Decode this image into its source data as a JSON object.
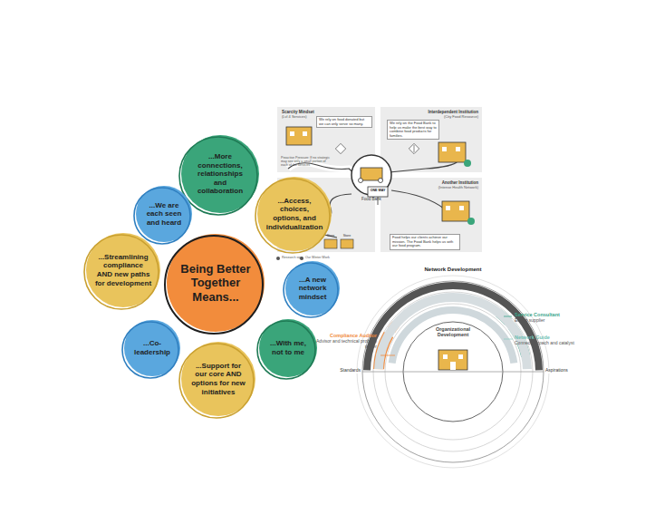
{
  "diagram": {
    "nodes": [
      {
        "text": [
          "Being Better Together Means..."
        ]
      },
      {
        "text": [
          "...More connections, relationships and collaboration"
        ]
      },
      {
        "text": [
          "...We are each seen and heard"
        ]
      },
      {
        "text": [
          "...Access, choices, options, and individualization"
        ]
      },
      {
        "text": [
          "...Streamlining compliance AND new paths for development"
        ]
      },
      {
        "text": [
          "...A new network mindset"
        ]
      },
      {
        "text": [
          "...Co-leadership"
        ]
      },
      {
        "text": [
          "...With me, not to me"
        ]
      },
      {
        "text": [
          "...Support for our core AND options for new initiatives"
        ]
      }
    ],
    "labels": [
      "Scarcity Mindset",
      "(Lvl 4 Services)",
      "Interdependent Institution",
      "(City Food Resource)",
      "Another Institution",
      "(Intense Health Network)",
      "We rely on food donated but we can only serve so many.",
      "We rely on the Food Bank to help us make the best way to combine food products for families.",
      "Food helps our clients achieve our mission. The Food Bank helps us with our food program.",
      "Proactive Pressure: If no strategic may see only a small portion of each of the services",
      "Food Bank",
      "ONE WAY",
      "Store",
      "Store",
      "Research sign",
      "Our Winter Work",
      "Network Development",
      "Organizational Development",
      "Service Consultant",
      "Expert supplier",
      "Network Guide",
      "Connector coach and catalyst",
      "Compliance Auditor",
      "Advisor and technical problem solver",
      "Standards",
      "Aspirations"
    ]
  }
}
